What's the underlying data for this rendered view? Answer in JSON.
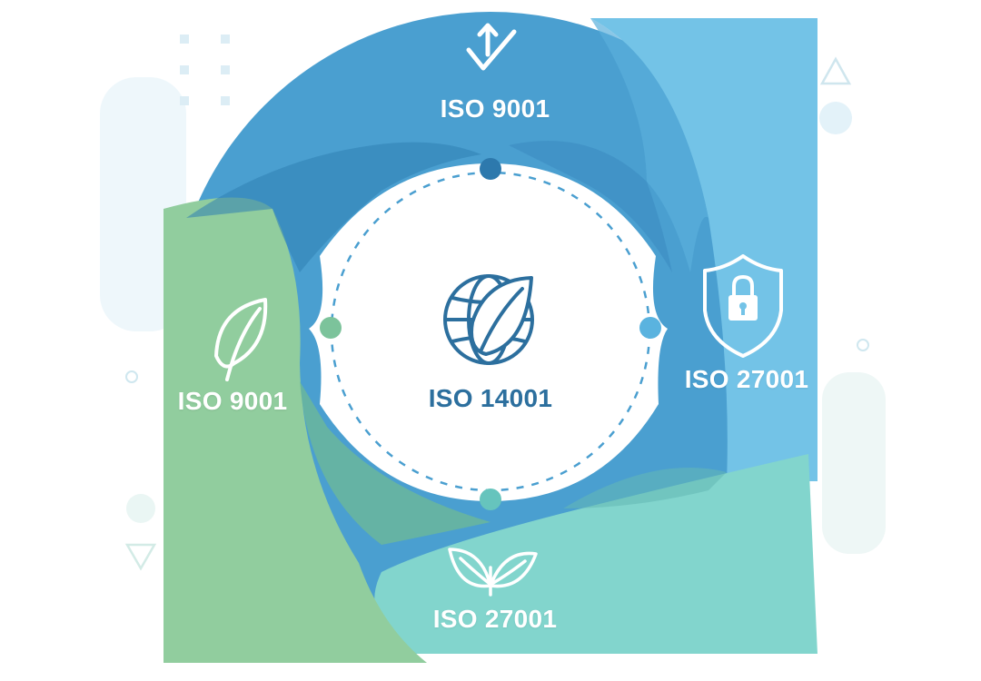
{
  "diagram": {
    "center": {
      "label": "ISO 14001",
      "icon": "globe-leaf-icon"
    },
    "segments": [
      {
        "position": "top",
        "label": "ISO 9001",
        "icon": "check-arrow-icon",
        "color": "#3f93c9"
      },
      {
        "position": "right",
        "label": "ISO 27001",
        "icon": "shield-lock-icon",
        "color": "#6fc0e6"
      },
      {
        "position": "bottom",
        "label": "ISO 27001",
        "icon": "sprout-icon",
        "color": "#7fd3cc"
      },
      {
        "position": "left",
        "label": "ISO 9001",
        "icon": "leaf-icon",
        "color": "#8fcc9c"
      }
    ],
    "colors": {
      "center_text": "#2c6f9e",
      "dashed_ring": "#4a9fd0",
      "background_accent": "#eaf5fa"
    }
  }
}
